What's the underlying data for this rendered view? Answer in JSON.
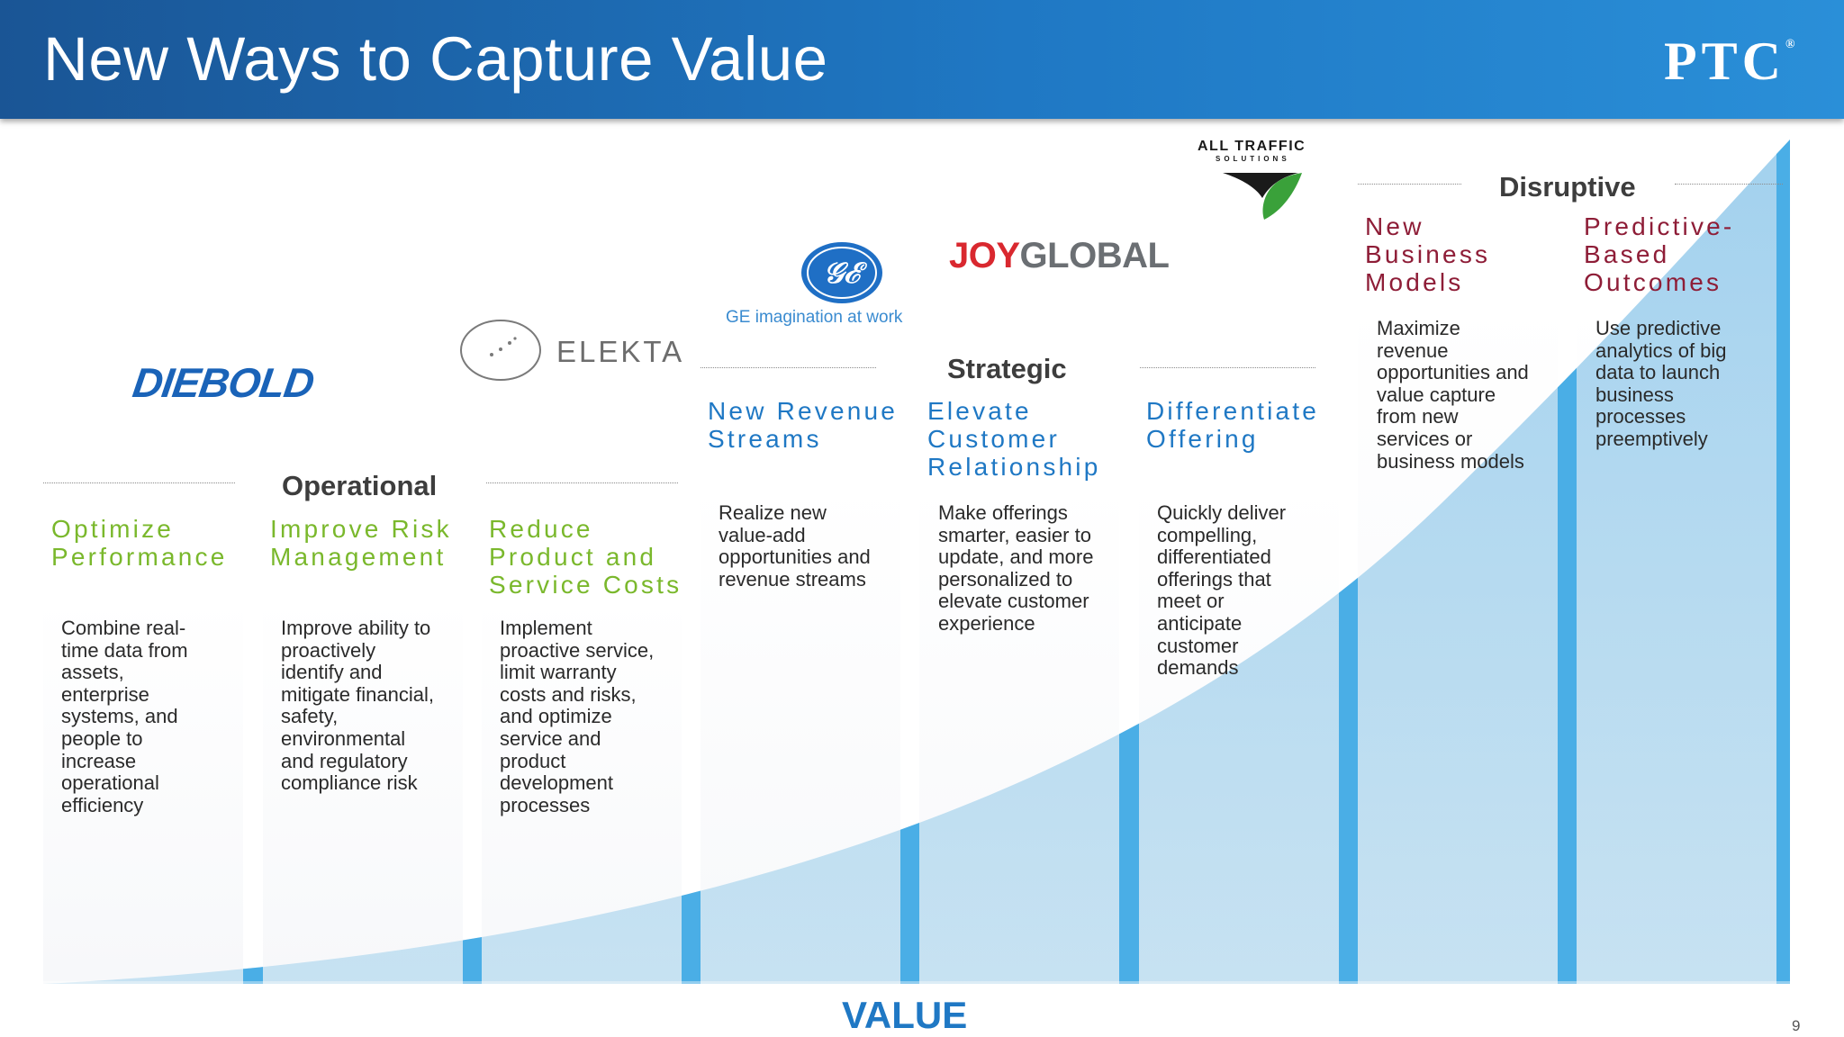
{
  "header": {
    "title": "New Ways to Capture Value",
    "brand": "PTC",
    "brand_mark": "®"
  },
  "groups": {
    "operational": "Operational",
    "strategic": "Strategic",
    "disruptive": "Disruptive"
  },
  "columns": [
    {
      "title": [
        "Optimize",
        "Performance"
      ],
      "desc": [
        "Combine real-",
        "time data from",
        "assets,",
        "enterprise",
        "systems, and",
        "people to",
        "increase",
        "operational",
        "efficiency"
      ]
    },
    {
      "title": [
        "Improve Risk",
        "Management"
      ],
      "desc": [
        "Improve ability to",
        "proactively",
        "identify and",
        "mitigate financial,",
        "safety,",
        "environmental",
        "and regulatory",
        "compliance risk"
      ]
    },
    {
      "title": [
        "Reduce",
        "Product and",
        "Service Costs"
      ],
      "desc": [
        "Implement",
        "proactive service,",
        "limit warranty",
        "costs and risks,",
        "and optimize",
        "service and",
        "product",
        "development",
        "processes"
      ]
    },
    {
      "title": [
        "New Revenue",
        "Streams"
      ],
      "desc": [
        "Realize new",
        "value-add",
        "opportunities and",
        "revenue streams"
      ]
    },
    {
      "title": [
        "Elevate",
        "Customer",
        "Relationship"
      ],
      "desc": [
        "Make offerings",
        "smarter, easier to",
        "update, and more",
        "personalized to",
        "elevate customer",
        "experience"
      ]
    },
    {
      "title": [
        "Differentiate",
        "Offering"
      ],
      "desc": [
        "Quickly deliver",
        "compelling,",
        "differentiated",
        "offerings that",
        "meet or",
        "anticipate",
        "customer",
        "demands"
      ]
    },
    {
      "title": [
        "New",
        "Business",
        "Models"
      ],
      "desc": [
        "Maximize",
        "revenue",
        "opportunities and",
        "value capture",
        "from new",
        "services or",
        "business models"
      ]
    },
    {
      "title": [
        "Predictive-",
        "Based",
        "Outcomes"
      ],
      "desc": [
        "Use predictive",
        "analytics of big",
        "data to launch",
        "business",
        "processes",
        "preemptively"
      ]
    }
  ],
  "logos": {
    "diebold": "DIEBOLD",
    "elekta": "ELEKTA",
    "ge_tagline": "GE imagination at work",
    "joy_part1": "JOY",
    "joy_part2": "GLOBAL",
    "alltraffic_line1": "ALL TRAFFIC",
    "alltraffic_line2": "SOLUTIONS"
  },
  "footer": {
    "value_label": "VALUE",
    "page_number": "9"
  },
  "colors": {
    "header_blue": "#1f78c4",
    "green": "#7ab82c",
    "blue": "#1f78c4",
    "maroon": "#8e1d37",
    "curve_light": "#a9d3ec",
    "curve_edge": "#5bb6e8"
  }
}
